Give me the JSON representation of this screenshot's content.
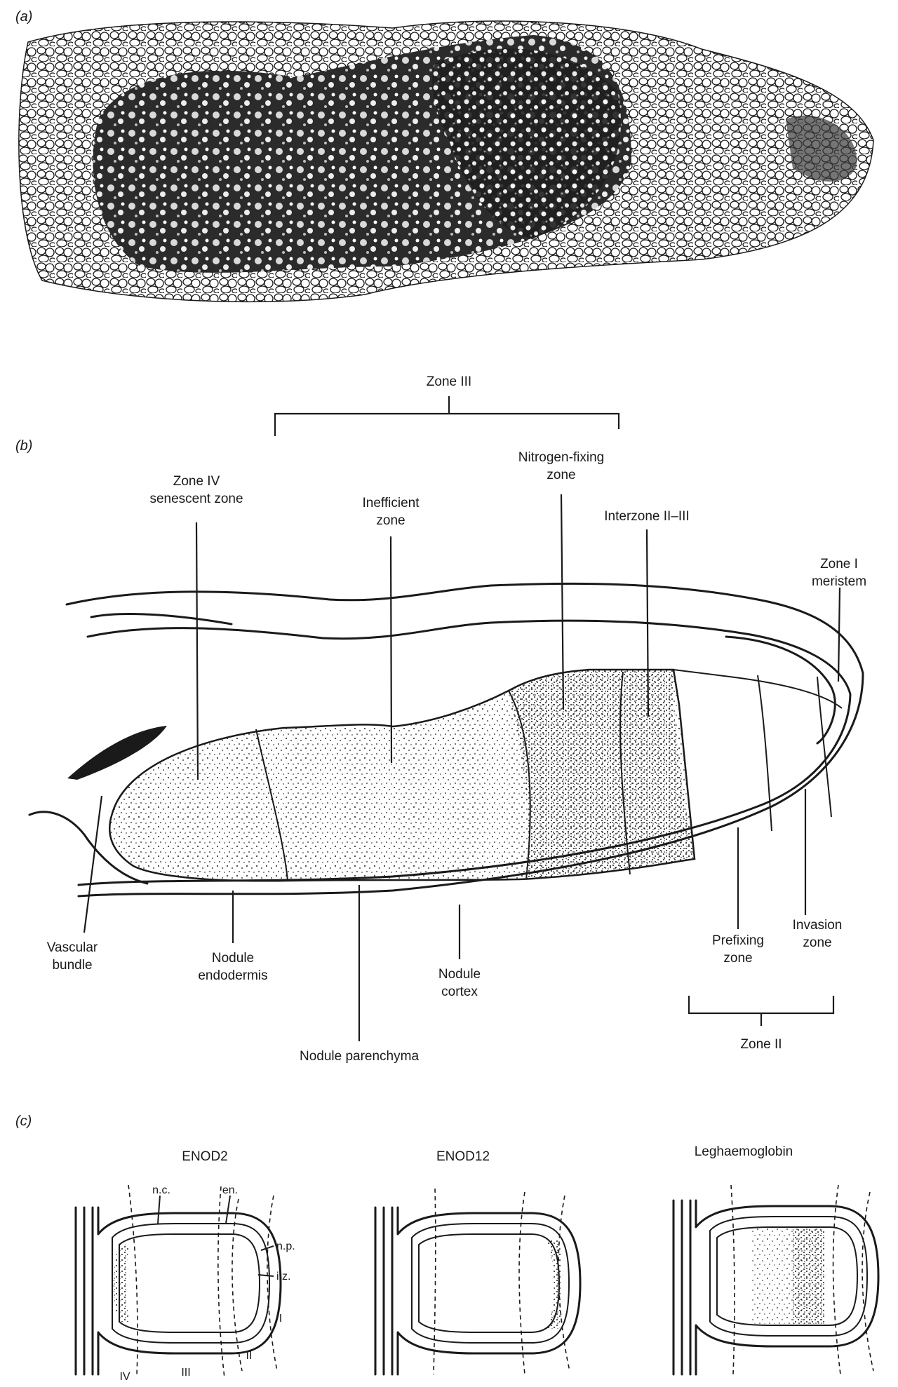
{
  "panel_labels": {
    "a": "(a)",
    "b": "(b)",
    "c": "(c)"
  },
  "panel_b": {
    "bracket_top": "Zone III",
    "bracket_bottom": "Zone II",
    "labels": {
      "zone_iv_1": "Zone IV",
      "zone_iv_2": "senescent zone",
      "inefficient_1": "Inefficient",
      "inefficient_2": "zone",
      "nfix_1": "Nitrogen-fixing",
      "nfix_2": "zone",
      "interzone": "Interzone II–III",
      "zone_i_1": "Zone I",
      "zone_i_2": "meristem",
      "vascular_1": "Vascular",
      "vascular_2": "bundle",
      "endodermis_1": "Nodule",
      "endodermis_2": "endodermis",
      "parenchyma": "Nodule parenchyma",
      "cortex_1": "Nodule",
      "cortex_2": "cortex",
      "prefixing_1": "Prefixing",
      "prefixing_2": "zone",
      "invasion_1": "Invasion",
      "invasion_2": "zone"
    }
  },
  "panel_c": {
    "titles": [
      "ENOD2",
      "ENOD12",
      "Leghaemoglobin"
    ],
    "abbrev": {
      "nc": "n.c.",
      "en": "en.",
      "np": "n.p.",
      "iz": "i.z."
    },
    "zone_marks": {
      "iv": "IV",
      "iii": "III",
      "ii": "II",
      "i": "I"
    }
  },
  "colors": {
    "ink": "#1a1a1a",
    "paper": "#ffffff",
    "micrograph": "#2b2b2b"
  }
}
